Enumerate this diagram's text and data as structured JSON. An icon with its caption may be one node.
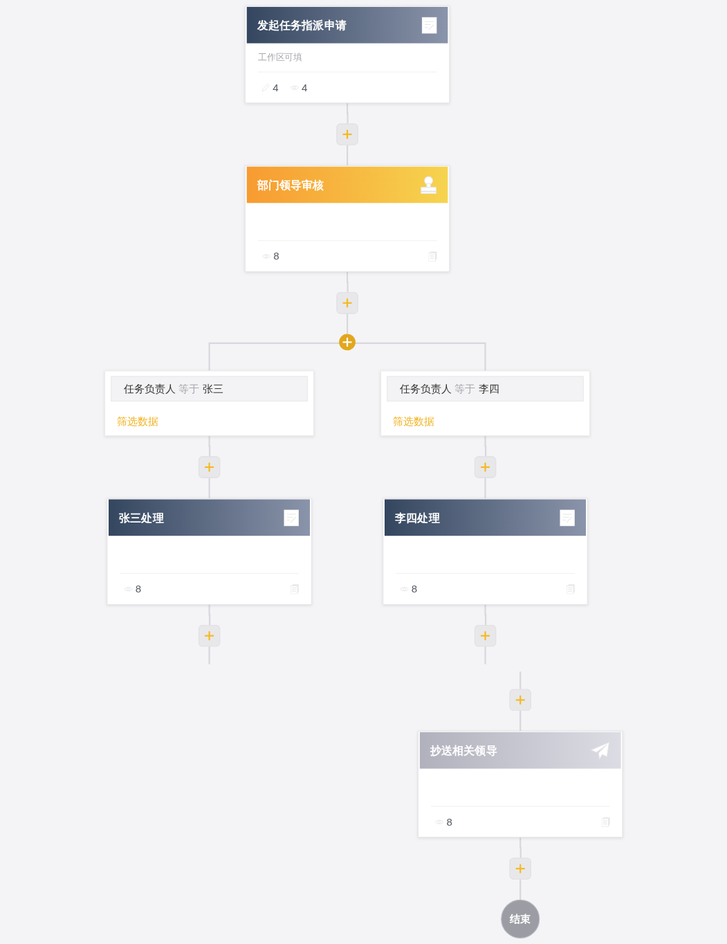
{
  "diagram": {
    "nodes": [
      {
        "text": [
          "发起任务指派申请",
          "工作区可填",
          "4",
          "4"
        ]
      },
      {
        "text": [],
        "shape": "plus"
      },
      {
        "text": [
          "部门领导审核",
          "8"
        ]
      },
      {
        "text": [],
        "shape": "plus"
      },
      {
        "text": [],
        "shape": "circle"
      },
      {
        "text": [
          "任务负责人 等于 张三",
          "筛选数据"
        ]
      },
      {
        "text": [
          "任务负责人 等于 李四",
          "筛选数据"
        ]
      },
      {
        "text": [],
        "shape": "plus"
      },
      {
        "text": [],
        "shape": "plus"
      },
      {
        "text": [
          "张三处理",
          "8"
        ]
      },
      {
        "text": [
          "李四处理",
          "8"
        ]
      },
      {
        "text": [],
        "shape": "plus"
      },
      {
        "text": [],
        "shape": "plus"
      },
      {
        "text": [],
        "shape": "plus"
      },
      {
        "text": [
          "抄送相关领导",
          "8"
        ]
      },
      {
        "text": [],
        "shape": "plus"
      },
      {
        "text": [
          "结束"
        ]
      }
    ],
    "edges": [
      {
        "from": 0,
        "to": 1,
        "arrow": "none"
      },
      {
        "from": 1,
        "to": 2,
        "arrow": "none"
      },
      {
        "from": 2,
        "to": 3,
        "arrow": "none"
      },
      {
        "from": 3,
        "to": 4,
        "arrow": "none"
      },
      {
        "from": 4,
        "to": 5,
        "arrow": "none"
      },
      {
        "from": 4,
        "to": 6,
        "arrow": "none"
      },
      {
        "from": 5,
        "to": 7,
        "arrow": "none"
      },
      {
        "from": 6,
        "to": 8,
        "arrow": "none"
      },
      {
        "from": 7,
        "to": 9,
        "arrow": "none"
      },
      {
        "from": 8,
        "to": 10,
        "arrow": "none"
      },
      {
        "from": 9,
        "to": 11,
        "arrow": "none"
      },
      {
        "from": 10,
        "to": 12,
        "arrow": "none"
      },
      {
        "from": 11,
        "to": null,
        "arrow": "none"
      },
      {
        "from": 12,
        "to": null,
        "arrow": "none"
      },
      {
        "from": null,
        "to": 13,
        "arrow": "none"
      },
      {
        "from": 13,
        "to": 14,
        "arrow": "none"
      },
      {
        "from": 14,
        "to": 15,
        "arrow": "none"
      },
      {
        "from": 15,
        "to": 16,
        "arrow": "none"
      }
    ]
  }
}
